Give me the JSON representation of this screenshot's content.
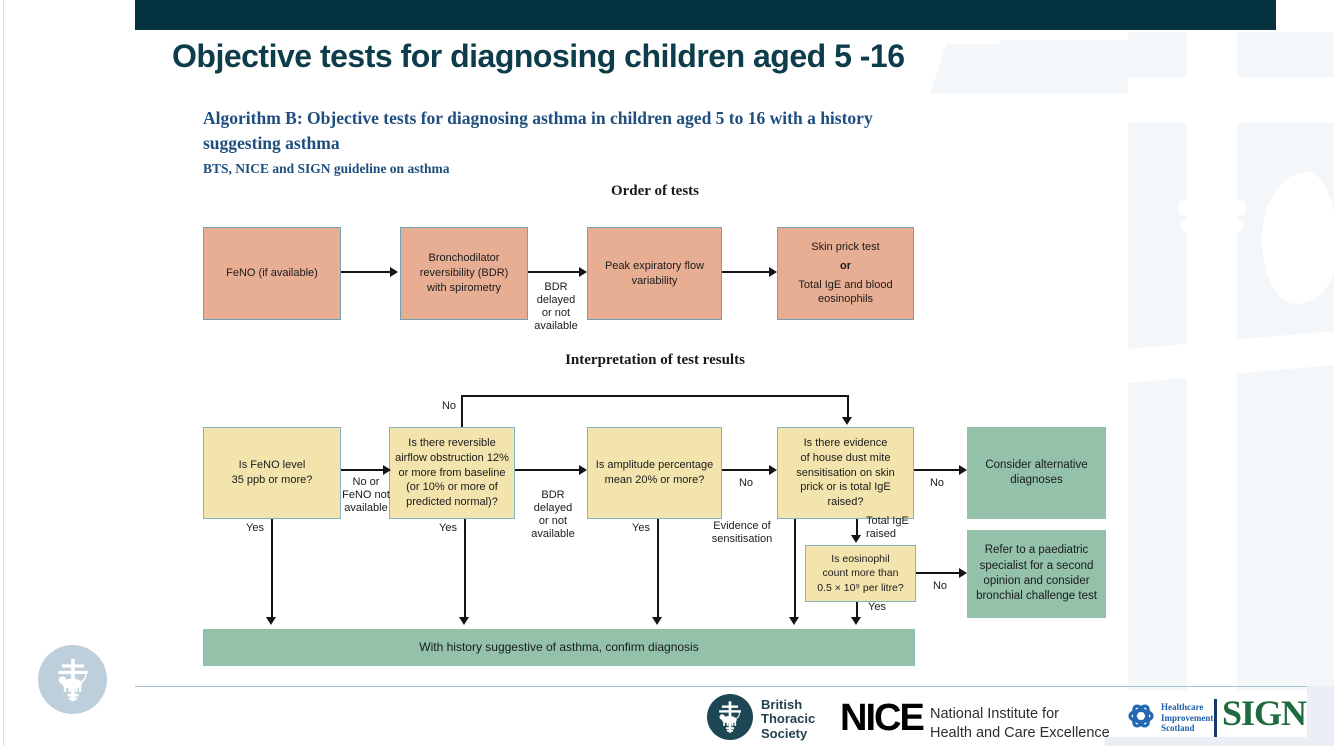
{
  "colors": {
    "accent_teal": "#05333f",
    "title_teal": "#0d3c4a",
    "heading_navy": "#1f4e7e",
    "box_salmon": "#e7ae94",
    "box_cream": "#f3e4ae",
    "box_green": "#93c1a9",
    "box_border_blue": "#71a2b2",
    "nice_black": "#000000",
    "sign_green": "#1e6b40",
    "his_blue": "#1d5fa8",
    "bts_teal": "#1d4754"
  },
  "header": {
    "title": "Objective tests for diagnosing children aged 5 -16"
  },
  "algorithm": {
    "heading": "Algorithm B: Objective tests for diagnosing asthma in children aged 5 to 16 with a history\nsuggesting asthma",
    "subheading": "BTS, NICE and SIGN guideline on asthma",
    "order_section": {
      "title": "Order of tests",
      "boxes": [
        {
          "text": "FeNO (if available)"
        },
        {
          "text": "Bronchodilator\nreversibility (BDR)\nwith spirometry"
        },
        {
          "text": "Peak expiratory flow\nvariability"
        },
        {
          "text_top": "Skin prick test",
          "text_or": "or",
          "text_bottom": "Total IgE and blood\neosinophils"
        }
      ],
      "bdr_delay_label": "BDR\ndelayed\nor not\navailable"
    },
    "interpretation_section": {
      "title": "Interpretation of test results",
      "feedback_no_label": "No",
      "boxes": [
        {
          "text": "Is FeNO level\n35 ppb or more?",
          "yes_label": "Yes",
          "next_label": "No or\nFeNO not\navailable"
        },
        {
          "text": "Is there reversible\nairflow obstruction 12%\nor more from baseline\n(or 10% or more of\npredicted normal)?",
          "yes_label": "Yes",
          "next_label": "BDR\ndelayed\nor not\navailable"
        },
        {
          "text": "Is amplitude percentage\nmean 20% or more?",
          "yes_label": "Yes",
          "next_label": "No"
        },
        {
          "text": "Is there evidence\nof house dust mite\nsensitisation on skin\nprick or is total IgE\nraised?",
          "next_label": "No",
          "evidence_label": "Evidence of\nsensitisation",
          "ige_label": "Total IgE\nraised"
        }
      ],
      "eosinophil_box": {
        "text": "Is eosinophil\ncount more than\n0.5 × 10⁹ per litre?",
        "no_label": "No",
        "yes_label": "Yes"
      },
      "outcome_boxes": [
        {
          "text": "Consider alternative\ndiagnoses"
        },
        {
          "text": "Refer to a paediatric\nspecialist for a second\nopinion and consider\nbronchial challenge test"
        }
      ],
      "confirm_bar": "With history suggestive of asthma, confirm diagnosis"
    }
  },
  "footer": {
    "bts": {
      "name": "British\nThoracic\nSociety"
    },
    "nice": {
      "wordmark": "NICE",
      "name": "National Institute for\nHealth and Care Excellence"
    },
    "his": {
      "name": "Healthcare\nImprovement\nScotland"
    },
    "sign": {
      "wordmark": "SIGN"
    }
  }
}
